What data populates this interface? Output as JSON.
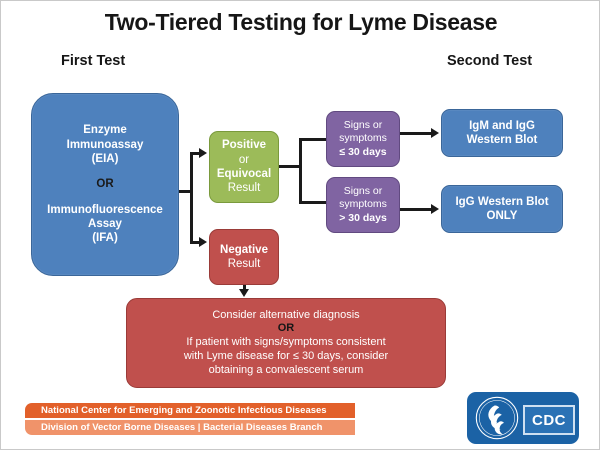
{
  "title": "Two-Tiered Testing for Lyme Disease",
  "headings": {
    "first_test": "First Test",
    "second_test": "Second Test"
  },
  "colors": {
    "blue": "#4E81BD",
    "green": "#9CBB59",
    "red": "#C0504D",
    "purple": "#8064A2",
    "bar_top": "#E2602A",
    "bar_bottom": "#F0936A",
    "cdc_blue": "#1B62A5",
    "connector": "#1a1a1a"
  },
  "nodes": {
    "first_test": {
      "line1": "Enzyme",
      "line2": "Immunoassay",
      "line3": "(EIA)",
      "or": "OR",
      "line4": "Immunofluorescence",
      "line5": "Assay",
      "line6": "(IFA)"
    },
    "positive": {
      "line1": "Positive",
      "line2": "or",
      "line3": "Equivocal",
      "line4": "Result"
    },
    "negative": {
      "line1": "Negative",
      "line2": "Result"
    },
    "signs_le30": {
      "line1": "Signs or",
      "line2": "symptoms",
      "line3": "≤ 30 days"
    },
    "signs_gt30": {
      "line1": "Signs or",
      "line2": "symptoms",
      "line3": "> 30 days"
    },
    "igm_igg": {
      "line1": "IgM  and IgG",
      "line2": "Western Blot"
    },
    "igg_only": {
      "line1": "IgG Western Blot",
      "line2": "ONLY"
    },
    "consider": {
      "line1": "Consider alternative diagnosis",
      "or": "OR",
      "line2": "If patient with signs/symptoms consistent",
      "line3": "with Lyme disease for ≤ 30 days, consider",
      "line4": "obtaining a convalescent serum"
    }
  },
  "footer": {
    "bar_top": "National Center for Emerging and Zoonotic Infectious Diseases",
    "bar_bottom": "Division of Vector Borne Diseases | Bacterial Diseases Branch",
    "logo_text": "CDC"
  }
}
